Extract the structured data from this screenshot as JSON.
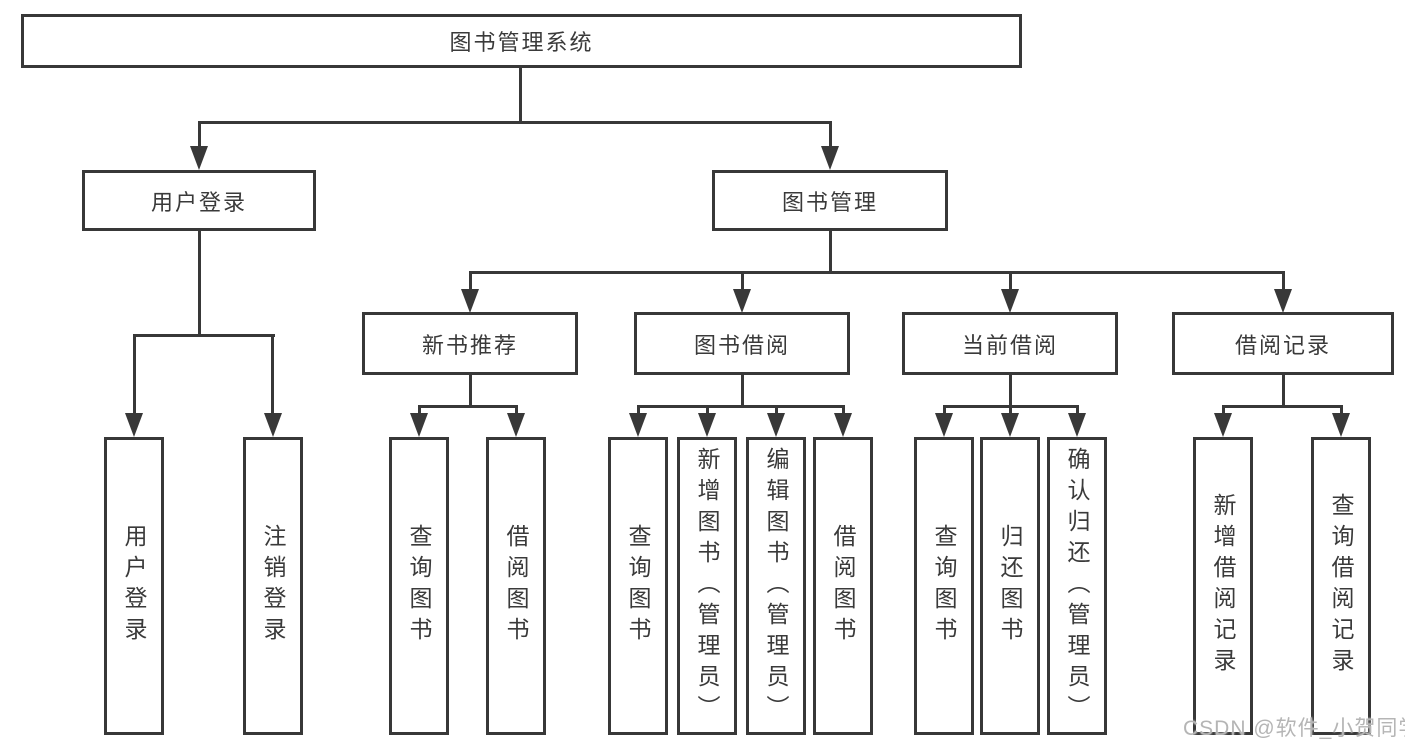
{
  "diagram": {
    "root": {
      "label": "图书管理系统"
    },
    "user_login_branch": {
      "label": "用户登录",
      "leaves": [
        {
          "label": "用户登录"
        },
        {
          "label": "注销登录"
        }
      ]
    },
    "book_mgmt_branch": {
      "label": "图书管理",
      "groups": [
        {
          "label": "新书推荐",
          "leaves": [
            {
              "label": "查询图书"
            },
            {
              "label": "借阅图书"
            }
          ]
        },
        {
          "label": "图书借阅",
          "leaves": [
            {
              "label": "查询图书"
            },
            {
              "label": "新增图书（管理员）"
            },
            {
              "label": "编辑图书（管理员）"
            },
            {
              "label": "借阅图书"
            }
          ]
        },
        {
          "label": "当前借阅",
          "leaves": [
            {
              "label": "查询图书"
            },
            {
              "label": "归还图书"
            },
            {
              "label": "确认归还（管理员）"
            }
          ]
        },
        {
          "label": "借阅记录",
          "leaves": [
            {
              "label": "新增借阅记录"
            },
            {
              "label": "查询借阅记录"
            }
          ]
        }
      ]
    },
    "watermark": {
      "text": "CSDN @软件_小贺同学"
    }
  },
  "colors": {
    "line": "#383838",
    "text": "#3a3a3a",
    "watermark": "#b5b5b5",
    "background": "#ffffff"
  }
}
